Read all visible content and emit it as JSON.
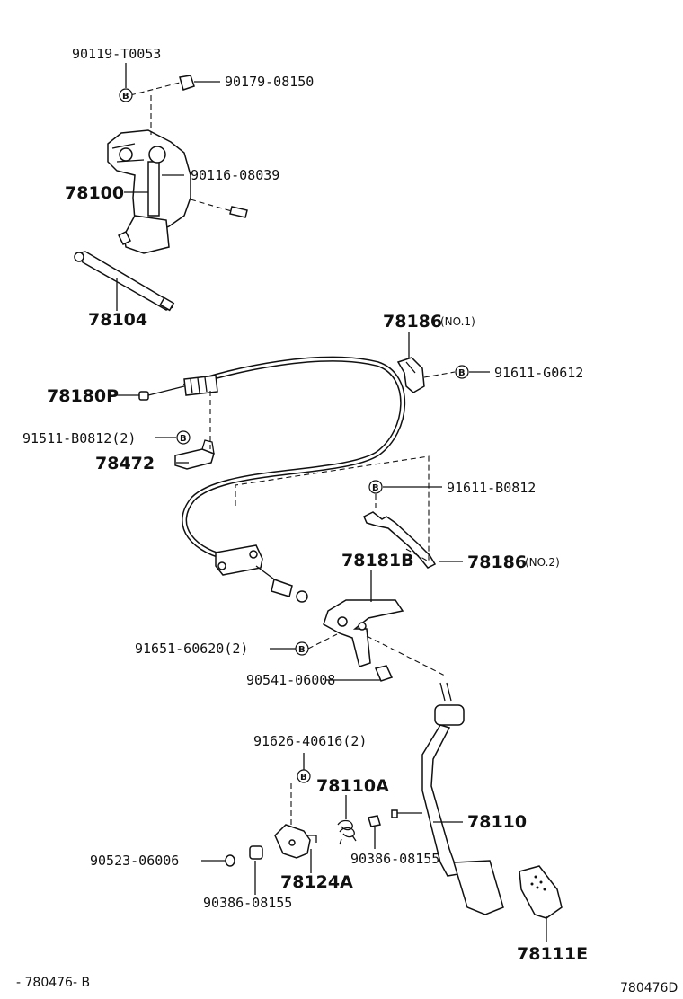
{
  "parts": {
    "p90119": "90119-T0053",
    "p90179": "90179-08150",
    "p90116": "90116-08039",
    "p78100": "78100",
    "p78104": "78104",
    "p78186a": "78186",
    "p78186a_note": "(NO.1)",
    "p91611g": "91611-G0612",
    "p78180p": "78180P",
    "p91511": "91511-B0812(2)",
    "p78472": "78472",
    "p91611b": "91611-B0812",
    "p78181b": "78181B",
    "p78186b": "78186",
    "p78186b_note": "(NO.2)",
    "p91651": "91651-60620(2)",
    "p90541": "90541-06008",
    "p91626": "91626-40616(2)",
    "p78110a": "78110A",
    "p78110": "78110",
    "p90523": "90523-06006",
    "p90386a": "90386-08155",
    "p78124a": "78124A",
    "p90386b": "90386-08155",
    "p78111e": "78111E"
  },
  "bolt_letter": "B",
  "footer": {
    "left": "- 780476- B",
    "right": "780476D"
  }
}
